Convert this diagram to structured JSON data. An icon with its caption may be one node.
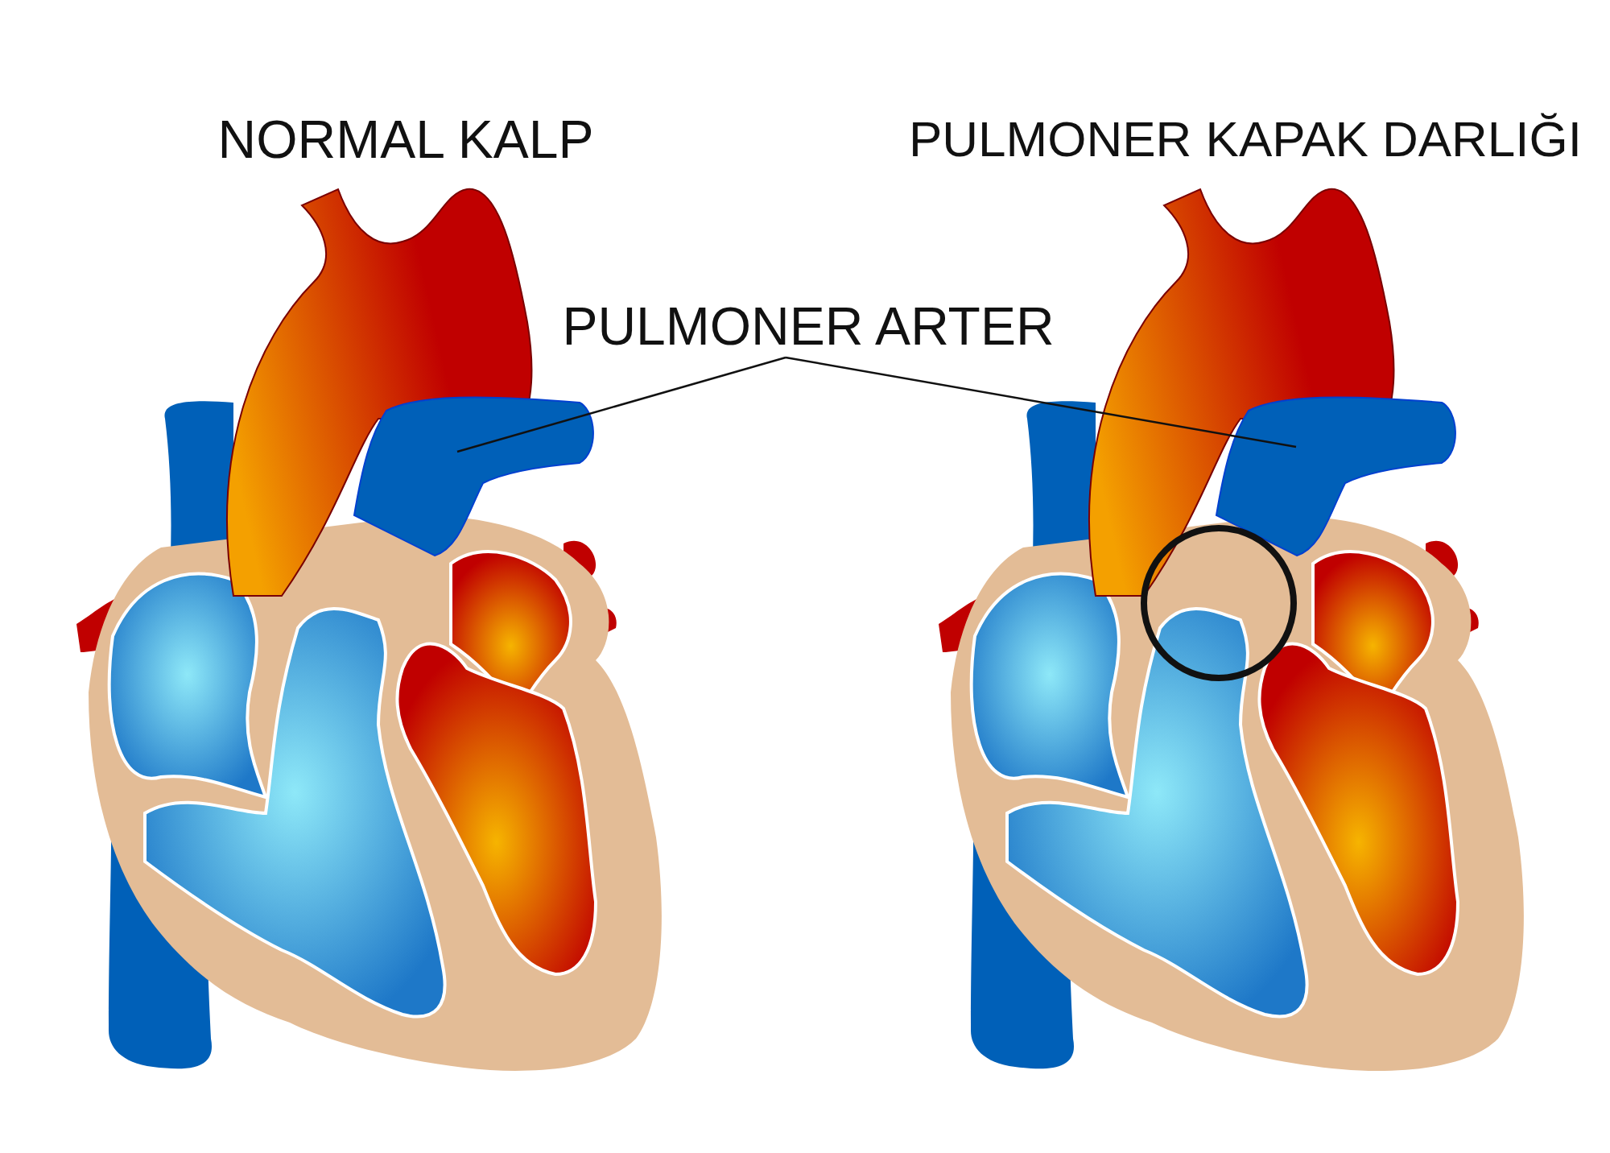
{
  "diagram": {
    "nodes": [
      {
        "text": [
          "PULMONER ARTER"
        ]
      },
      {
        "text": [],
        "shape": "picture"
      },
      {
        "text": [],
        "shape": "picture"
      }
    ],
    "edges": [
      {
        "from": 0,
        "to": 1,
        "arrow": "none"
      },
      {
        "from": 0,
        "to": 2,
        "arrow": "none"
      }
    ],
    "labels": [
      "NORMAL KALP",
      "PULMONER KAPAK DARLIĞI"
    ]
  }
}
